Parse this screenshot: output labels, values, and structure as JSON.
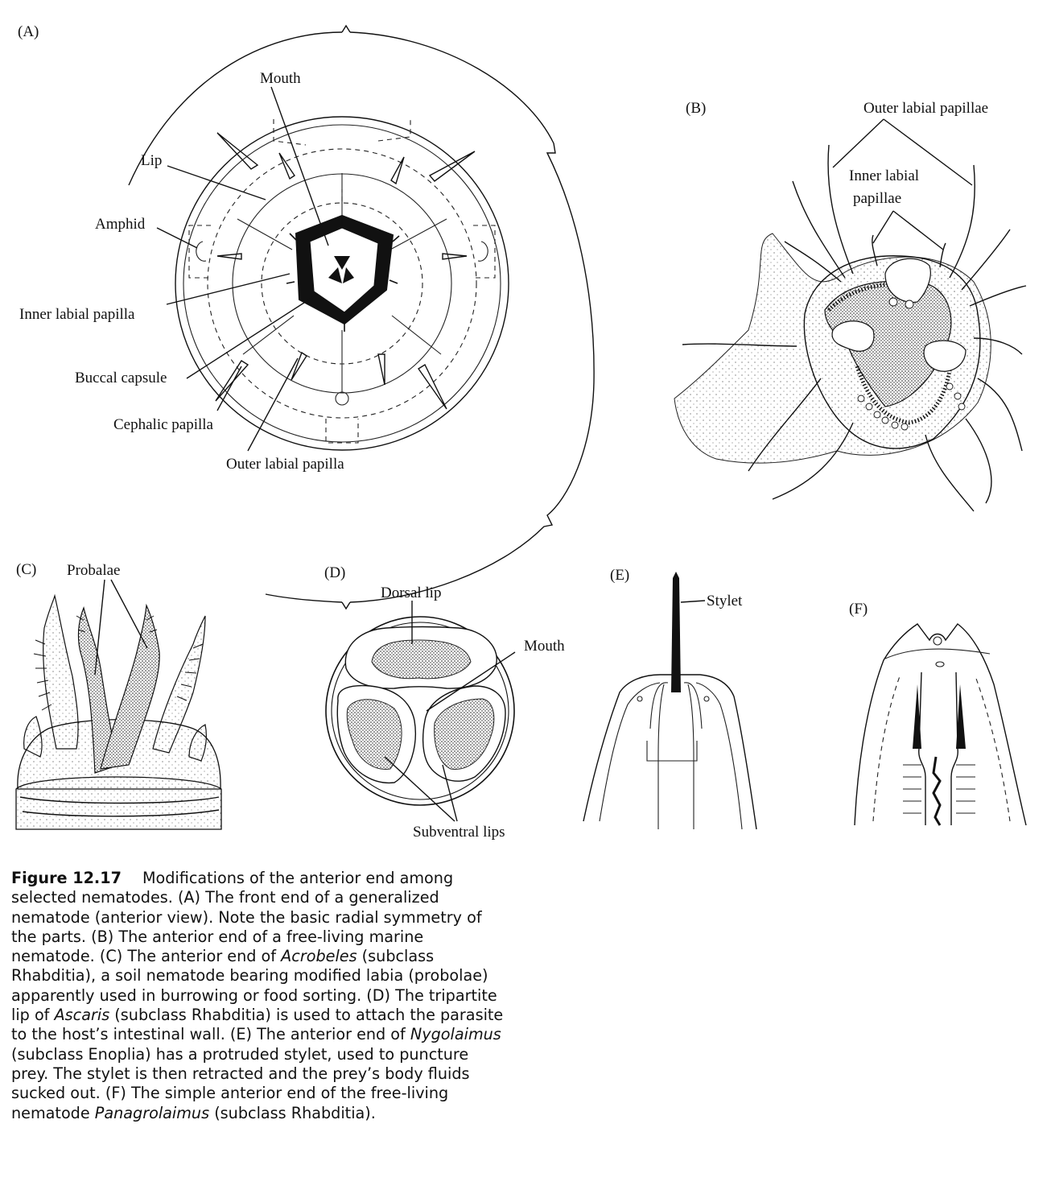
{
  "panels": {
    "A": {
      "letter": "(A)",
      "labels": {
        "mouth": "Mouth",
        "lip": "Lip",
        "amphid": "Amphid",
        "inner_labial_papilla": "Inner labial papilla",
        "buccal_capsule": "Buccal capsule",
        "cephalic_papilla": "Cephalic papilla",
        "outer_labial_papilla": "Outer labial papilla"
      }
    },
    "B": {
      "letter": "(B)",
      "labels": {
        "outer_labial_papillae": "Outer labial papillae",
        "inner_labial_line1": "Inner labial",
        "inner_labial_line2": "papillae"
      }
    },
    "C": {
      "letter": "(C)",
      "labels": {
        "probalae": "Probalae"
      }
    },
    "D": {
      "letter": "(D)",
      "labels": {
        "dorsal_lip": "Dorsal lip",
        "mouth": "Mouth",
        "subventral_lips": "Subventral lips"
      }
    },
    "E": {
      "letter": "(E)",
      "labels": {
        "stylet": "Stylet"
      }
    },
    "F": {
      "letter": "(F)"
    }
  },
  "caption": {
    "figure_number": "Figure 12.17",
    "segments": [
      {
        "t": "Modifications of the anterior end among selected nematodes. (A) The front end of a generalized nematode (anterior view). Note the basic radial symmetry of the parts. (B) The anterior end of a free-living marine nematode. (C) The anterior end of ",
        "i": false
      },
      {
        "t": "Acrobeles",
        "i": true
      },
      {
        "t": " (subclass Rhabditia), a soil nematode bearing modified labia (probolae) apparently used in burrowing or food sorting. (D) The tripartite lip of ",
        "i": false
      },
      {
        "t": "Ascaris",
        "i": true
      },
      {
        "t": " (subclass Rhabditia) is used to attach the parasite to the host’s intestinal wall. (E) The anterior end of ",
        "i": false
      },
      {
        "t": "Nygolaimus",
        "i": true
      },
      {
        "t": " (subclass Enoplia) has a protruded stylet, used to puncture prey. The stylet is then retracted and the prey’s body fluids sucked out. (F) The simple anterior end of the free-living nematode ",
        "i": false
      },
      {
        "t": "Panagrolaimus",
        "i": true
      },
      {
        "t": " (subclass Rhabditia).",
        "i": false
      }
    ]
  }
}
